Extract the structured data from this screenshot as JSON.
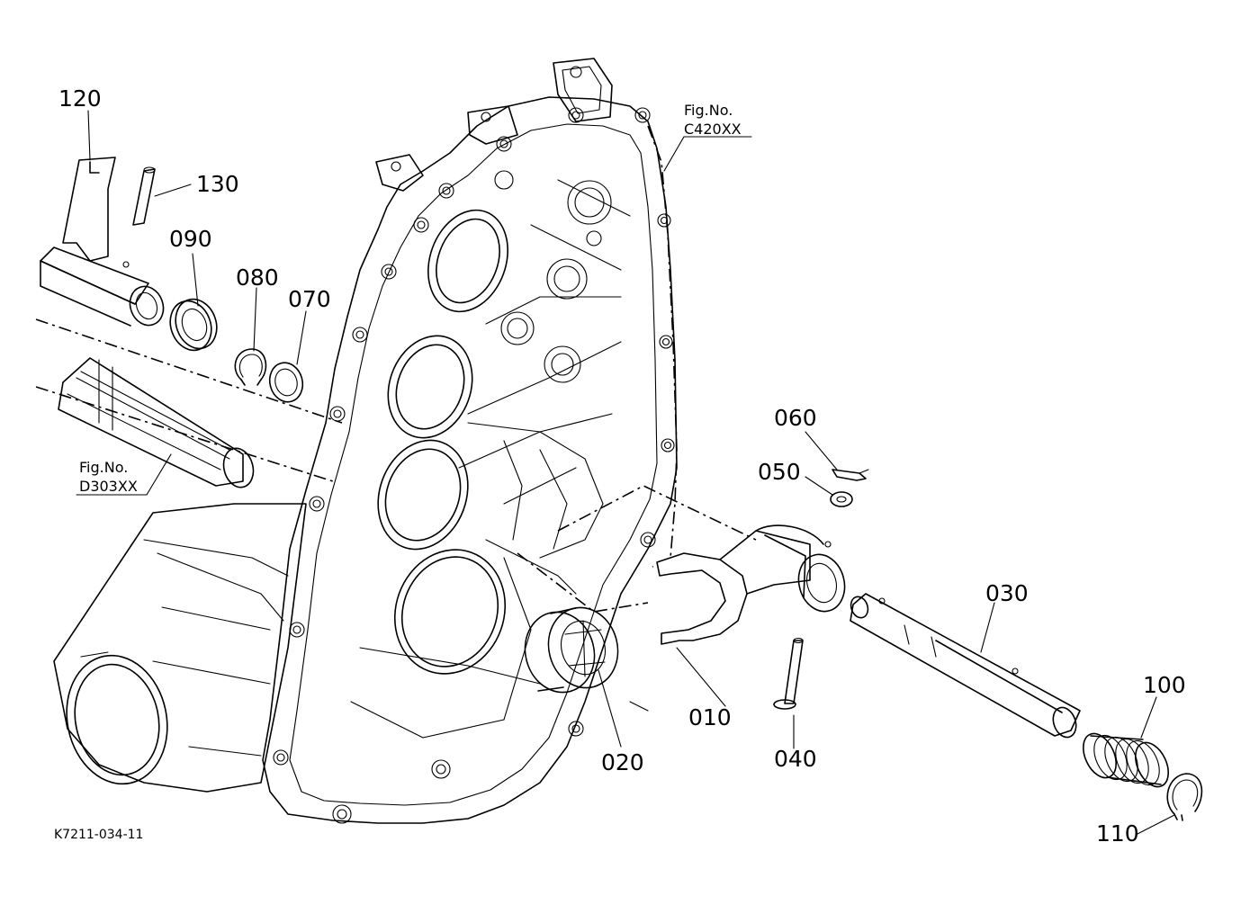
{
  "parts": [
    {
      "number": "120"
    },
    {
      "number": "130"
    },
    {
      "number": "090"
    },
    {
      "number": "080"
    },
    {
      "number": "070"
    },
    {
      "number": "060"
    },
    {
      "number": "050"
    },
    {
      "number": "030"
    },
    {
      "number": "100"
    },
    {
      "number": "010"
    },
    {
      "number": "040"
    },
    {
      "number": "020"
    },
    {
      "number": "110"
    }
  ],
  "references": [
    {
      "prefix": "Fig.No.",
      "code": "C420XX"
    },
    {
      "prefix": "Fig.No.",
      "code": "D303XX"
    }
  ],
  "drawing_code": "K7211-034-11"
}
